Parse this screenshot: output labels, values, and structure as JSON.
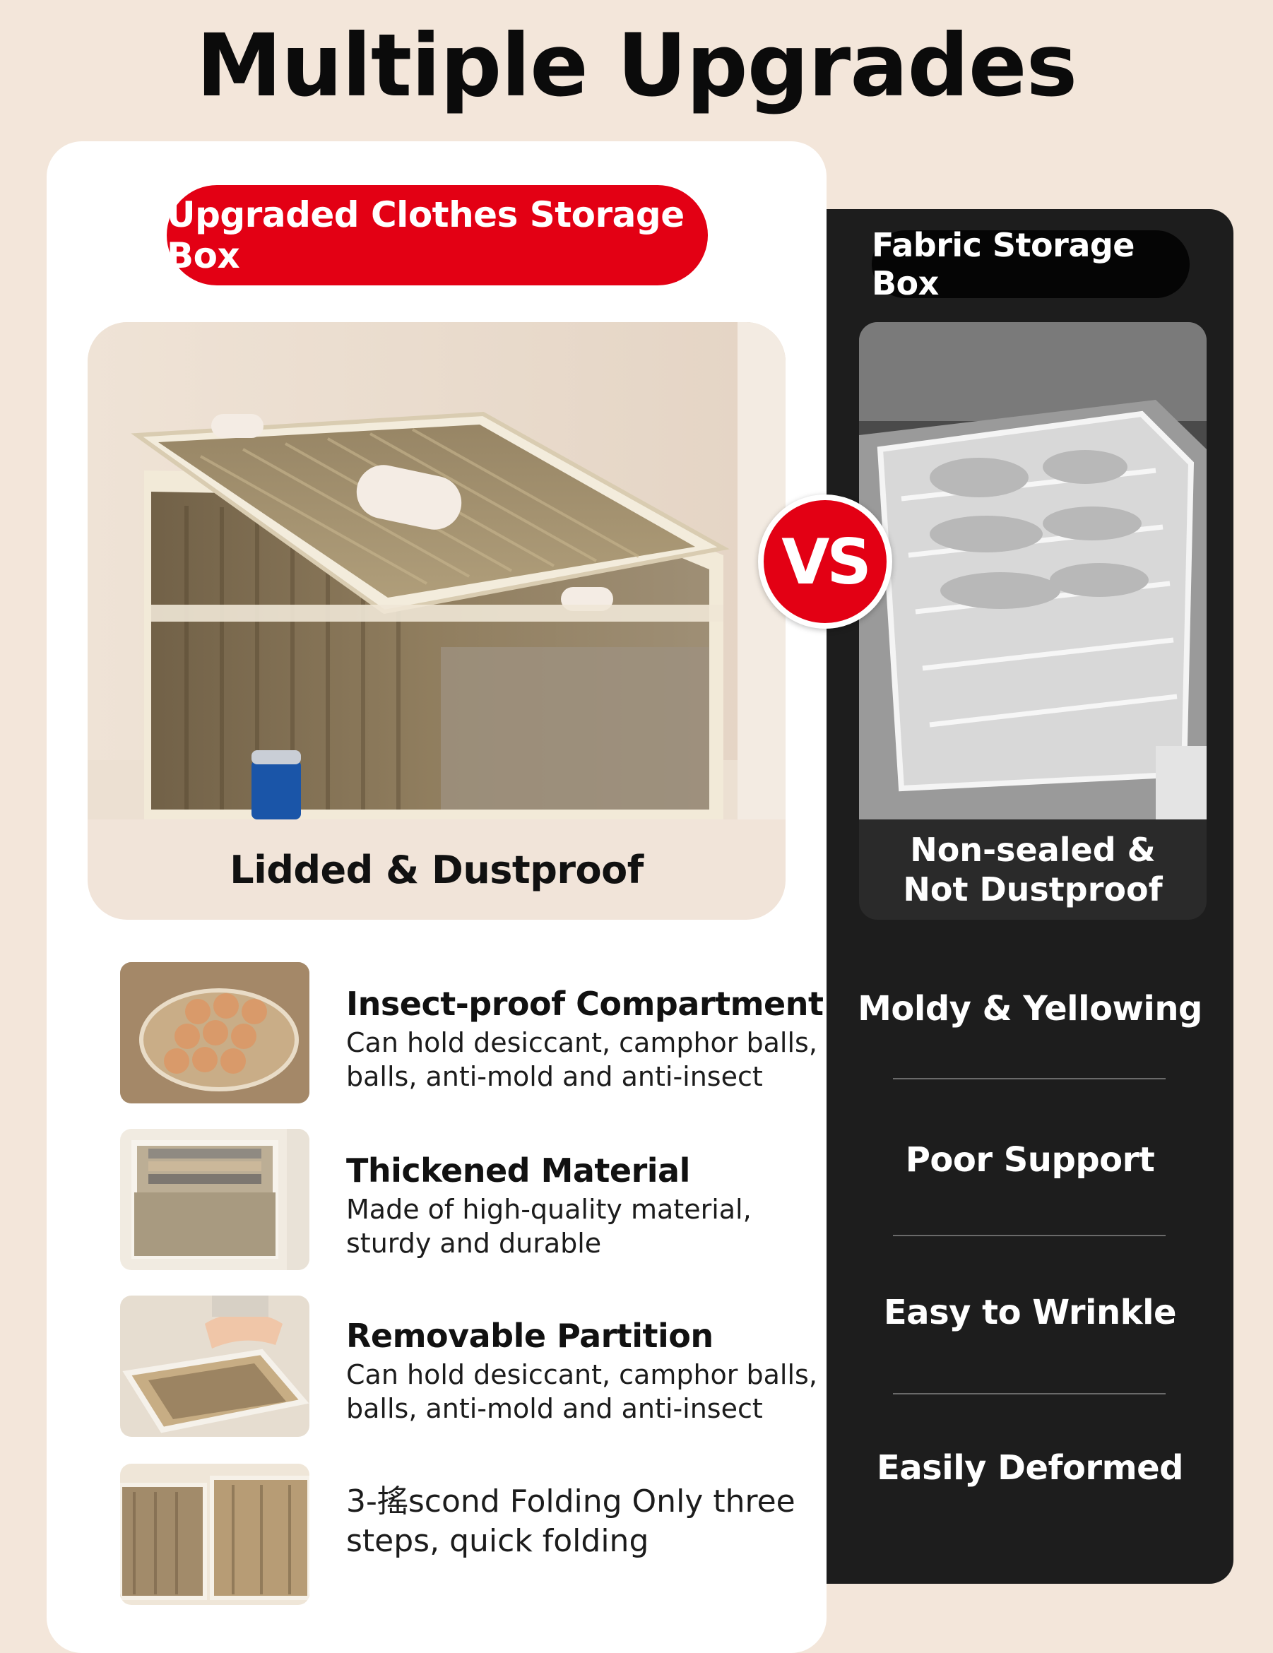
{
  "title": "Multiple Upgrades",
  "upgraded": {
    "label": "Upgraded Clothes Storage Box",
    "caption": "Lidded & Dustproof",
    "features": [
      {
        "title": "Insect-proof Compartment",
        "desc": "Can hold desiccant, camphor balls, balls, anti-mold and anti-insect"
      },
      {
        "title": "Thickened Material",
        "desc": "Made of high-quality material, sturdy and durable"
      },
      {
        "title": "Removable Partition",
        "desc": "Can hold desiccant, camphor balls, balls, anti-mold and anti-insect"
      },
      {
        "title": "",
        "desc": "3-搖scond Folding Only three steps, quick folding"
      }
    ]
  },
  "vs": "VS",
  "fabric": {
    "label": "Fabric Storage Box",
    "caption_line1": "Non-sealed &",
    "caption_line2": "Not Dustproof",
    "cons": [
      "Moldy & Yellowing",
      "Poor Support",
      "Easy to Wrinkle",
      "Easily Deformed"
    ]
  },
  "colors": {
    "accent_red": "#e30014",
    "dark_panel": "#1d1d1d",
    "page_bg": "#f3e6da"
  }
}
